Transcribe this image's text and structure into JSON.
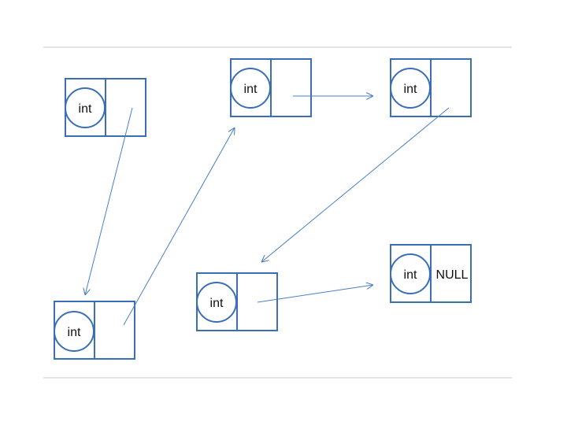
{
  "nodes": [
    {
      "value_label": "int",
      "next_label": ""
    },
    {
      "value_label": "int",
      "next_label": ""
    },
    {
      "value_label": "int",
      "next_label": ""
    },
    {
      "value_label": "int",
      "next_label": ""
    },
    {
      "value_label": "int",
      "next_label": ""
    },
    {
      "value_label": "int",
      "next_label": "NULL"
    }
  ],
  "colors": {
    "node_stroke": "#3a6fb5",
    "arrow": "#4a7fc4",
    "rule": "#c8c8c8"
  }
}
